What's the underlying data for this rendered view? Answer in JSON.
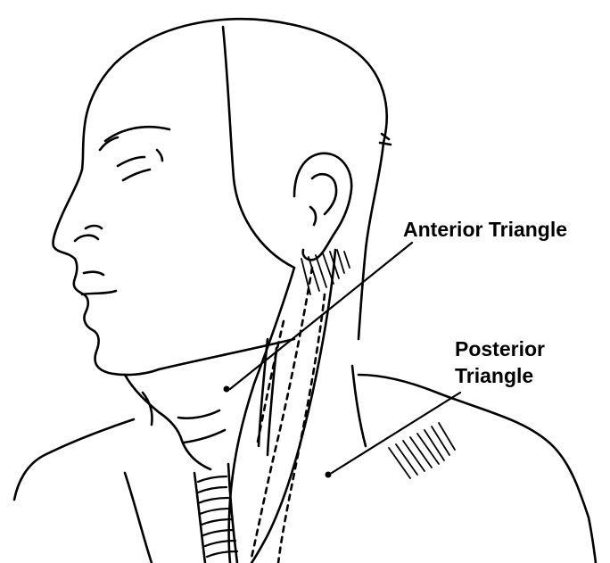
{
  "diagram": {
    "labels": {
      "anterior": "Anterior Triangle",
      "posterior_line1": "Posterior",
      "posterior_line2": "Triangle"
    },
    "ink_color": "#000000",
    "background_color": "#ffffff"
  }
}
